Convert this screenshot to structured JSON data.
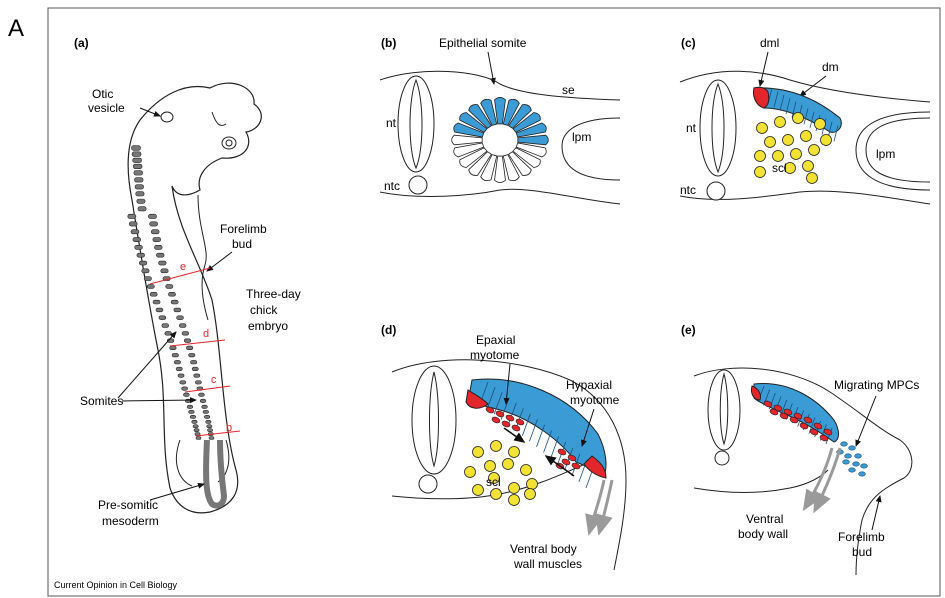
{
  "figure": {
    "panel_letter": "A",
    "credit": "Current Opinion in Cell Biology"
  },
  "panel_a": {
    "label": "(a)",
    "otic": [
      "Otic",
      "vesicle"
    ],
    "forelimb": [
      "Forelimb",
      "bud"
    ],
    "embryo": [
      "Three-day",
      "chick",
      "embryo"
    ],
    "somites": "Somites",
    "psm": [
      "Pre-somitic",
      "mesoderm"
    ],
    "levels": [
      "e",
      "d",
      "c",
      "b"
    ]
  },
  "panel_b": {
    "label": "(b)",
    "title": "Epithelial somite",
    "se": "se",
    "nt": "nt",
    "lpm": "lpm",
    "ntc": "ntc"
  },
  "panel_c": {
    "label": "(c)",
    "dml": "dml",
    "dm": "dm",
    "nt": "nt",
    "scl": "scl",
    "lpm": "lpm",
    "ntc": "ntc"
  },
  "panel_d": {
    "label": "(d)",
    "epaxial": [
      "Epaxial",
      "myotome"
    ],
    "hypaxial": [
      "Hypaxial",
      "myotome"
    ],
    "scl": "scl",
    "ventral": [
      "Ventral body",
      "wall muscles"
    ]
  },
  "panel_e": {
    "label": "(e)",
    "mpcs": "Migrating MPCs",
    "ventral": [
      "Ventral",
      "body wall"
    ],
    "forelimb": [
      "Forelimb",
      "bud"
    ]
  },
  "colors": {
    "blue": "#3a9bd5",
    "red": "#e3262b",
    "yellow": "#f2e233",
    "somite_grey": "#777777",
    "label_red": "#e3262b"
  }
}
